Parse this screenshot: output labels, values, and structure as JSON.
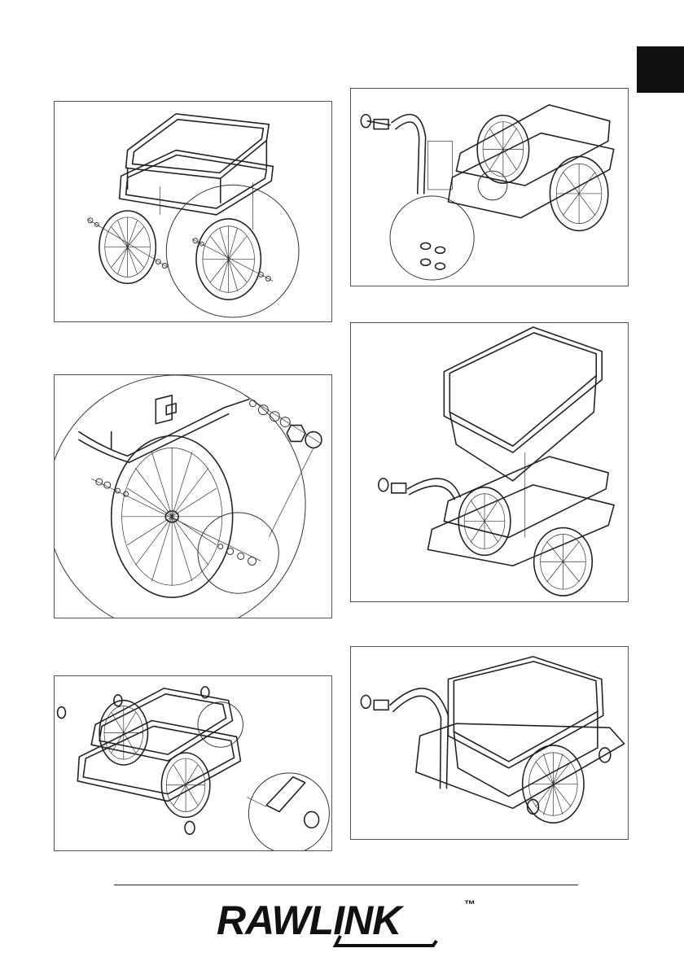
{
  "page": {
    "background": "#ffffff",
    "section_tab_color": "#111111"
  },
  "steps": [
    {
      "id": "step-1",
      "illustration": "attach-wheels-to-frame"
    },
    {
      "id": "step-2",
      "illustration": "wheel-axle-hardware-detail"
    },
    {
      "id": "step-3",
      "illustration": "fit-end-caps-to-frame"
    },
    {
      "id": "step-4",
      "illustration": "attach-tow-bar"
    },
    {
      "id": "step-5",
      "illustration": "insert-tub-into-frame"
    },
    {
      "id": "step-6",
      "illustration": "completed-trailer"
    }
  ],
  "footer": {
    "brand": "RAWLINK",
    "trademark": "™"
  }
}
